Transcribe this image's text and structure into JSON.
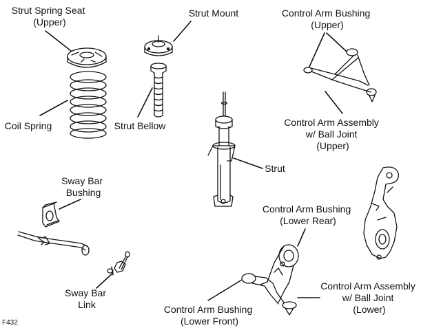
{
  "figure_code": "F432",
  "labels": {
    "strut_spring_seat": [
      "Strut Spring Seat",
      "(Upper)"
    ],
    "strut_mount": [
      "Strut Mount"
    ],
    "control_arm_bushing_upper": [
      "Control Arm Bushing",
      "(Upper)"
    ],
    "coil_spring": [
      "Coil Spring"
    ],
    "strut_bellow": [
      "Strut Bellow"
    ],
    "control_arm_assembly_upper": [
      "Control Arm Assembly",
      "w/ Ball Joint",
      "(Upper)"
    ],
    "strut": [
      "Strut"
    ],
    "sway_bar_bushing": [
      "Sway Bar",
      "Bushing"
    ],
    "control_arm_bushing_lower_rear": [
      "Control Arm Bushing",
      "(Lower Rear)"
    ],
    "sway_bar_link": [
      "Sway Bar",
      "Link"
    ],
    "control_arm_assembly_lower": [
      "Control Arm Assembly",
      "w/ Ball Joint",
      "(Lower)"
    ],
    "control_arm_bushing_lower_front": [
      "Control Arm Bushing",
      "(Lower Front)"
    ]
  }
}
